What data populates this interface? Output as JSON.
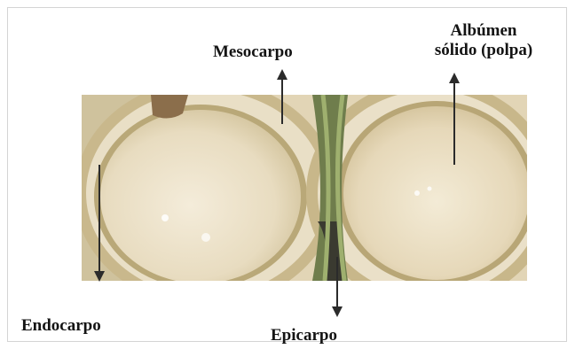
{
  "labels": {
    "mesocarpo": "Mesocarpo",
    "albumen_line1": "Albúmen",
    "albumen_line2": "sólido (polpa)",
    "endocarpo": "Endocarpo",
    "epicarpo": "Epicarpo"
  },
  "colors": {
    "frame": "#d4d4d4",
    "text": "#141414",
    "arrow": "#2b2b2b",
    "epicarp_green": "#7f9457",
    "mesocarp_cream": "#e7dcc1",
    "albumen_white": "#f2ead8"
  }
}
